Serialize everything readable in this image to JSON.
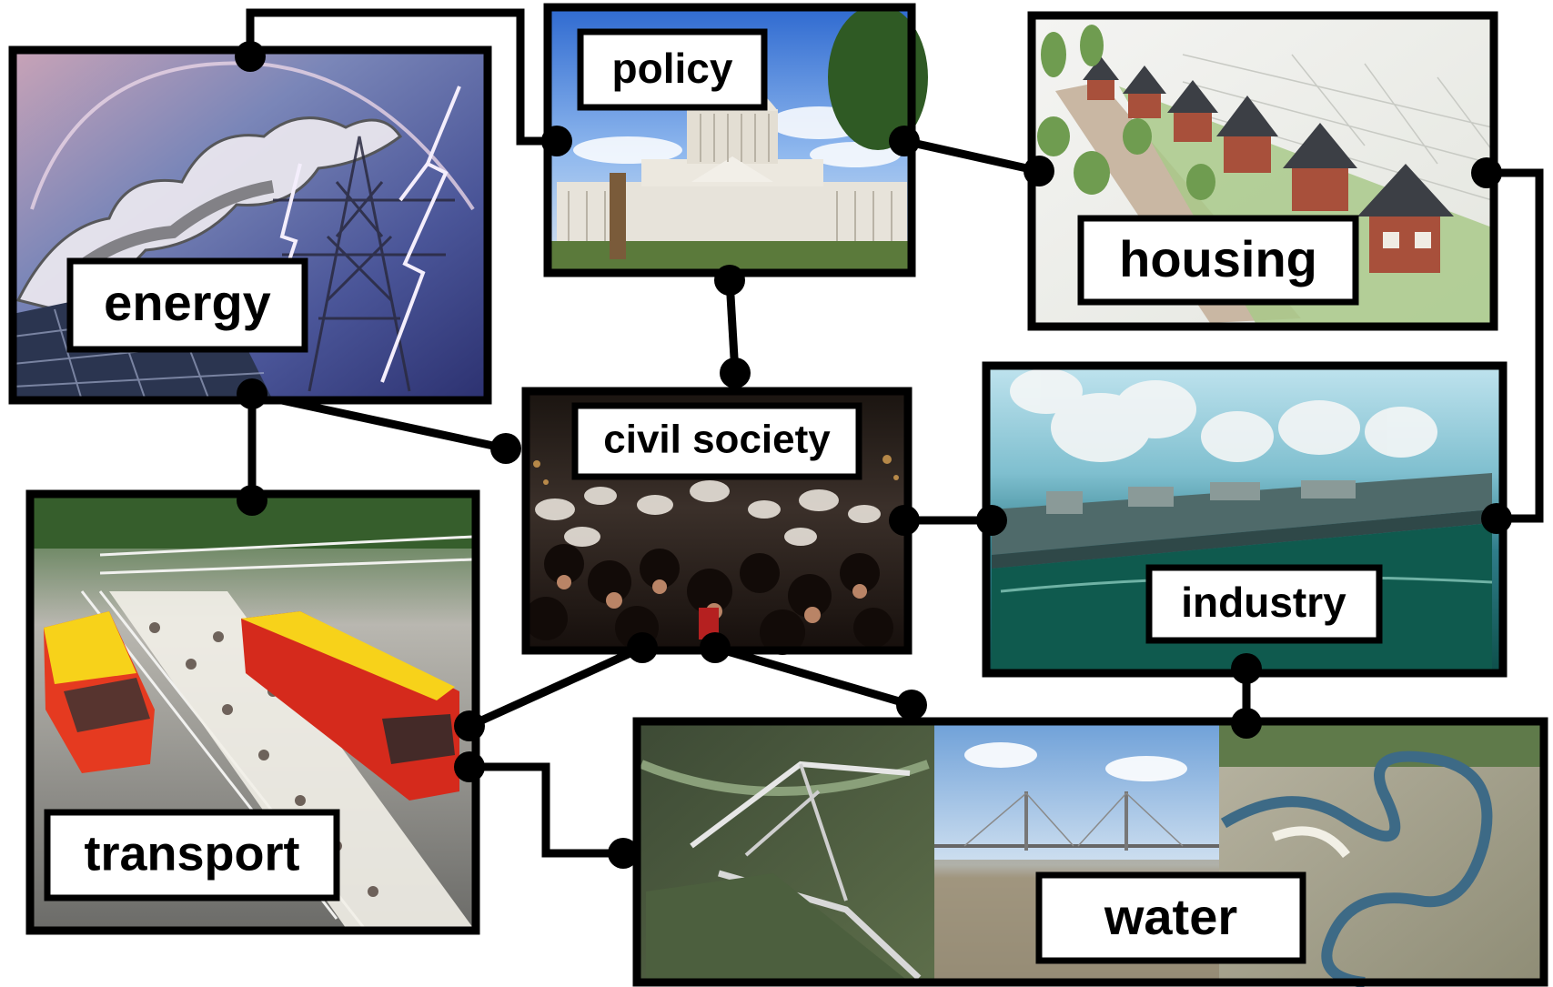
{
  "diagram": {
    "nodes": [
      {
        "id": "energy",
        "label": "energy",
        "photo": "clouds-power-lines-lightning-solar-panels"
      },
      {
        "id": "policy",
        "label": "policy",
        "photo": "capitol-building"
      },
      {
        "id": "housing",
        "label": "housing",
        "photo": "suburban-houses-rendering"
      },
      {
        "id": "civil_society",
        "label": "civil society",
        "photo": "crowd-pillow-fight"
      },
      {
        "id": "industry",
        "label": "industry",
        "photo": "industrial-harbor-aerial"
      },
      {
        "id": "transport",
        "label": "transport",
        "photo": "buses-and-crowd-on-bridge"
      },
      {
        "id": "water",
        "label": "water",
        "photo": "storm-barrier-bridge-river-aerial"
      }
    ],
    "edges": [
      [
        "energy",
        "policy"
      ],
      [
        "energy",
        "civil_society"
      ],
      [
        "energy",
        "transport"
      ],
      [
        "policy",
        "civil_society"
      ],
      [
        "policy",
        "housing"
      ],
      [
        "housing",
        "industry"
      ],
      [
        "civil_society",
        "industry"
      ],
      [
        "civil_society",
        "transport"
      ],
      [
        "civil_society",
        "water"
      ],
      [
        "transport",
        "water"
      ],
      [
        "industry",
        "water"
      ]
    ],
    "colors": {
      "frame": "#000000",
      "label_background": "#ffffff",
      "connector": "#000000"
    }
  }
}
